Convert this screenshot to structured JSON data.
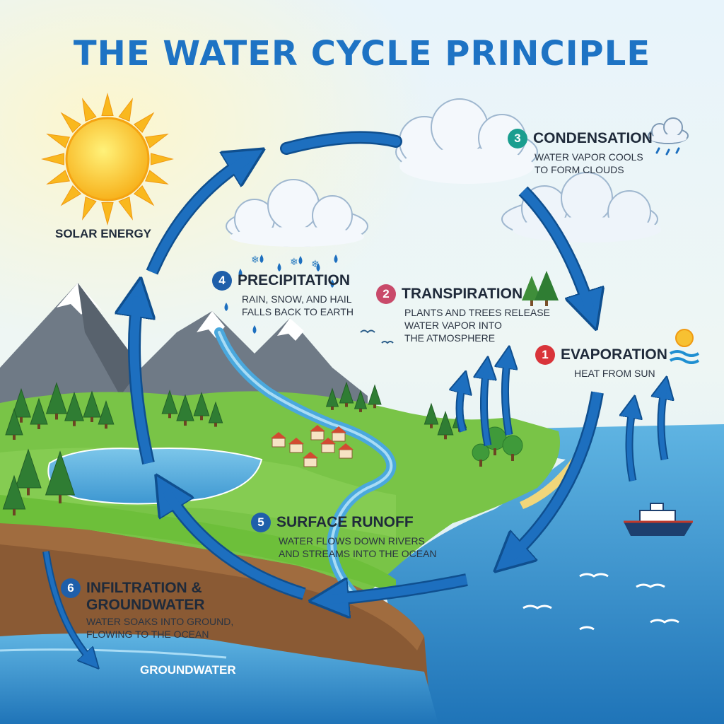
{
  "title": "THE WATER CYCLE PRINCIPLE",
  "solar_label": "SOLAR ENERGY",
  "groundwater_label": "GROUNDWATER",
  "colors": {
    "title": "#1e73c4",
    "arrow": "#1d6fbf",
    "arrow_outline": "#0f4f8f",
    "sky": "#dff0f8",
    "ocean": "#2f8fcf",
    "grass": "#6dbf3a",
    "soil": "#8a5a34"
  },
  "steps": [
    {
      "number": "1",
      "title": "EVAPORATION",
      "description": [
        "HEAT FROM SUN"
      ],
      "badge_color": "#d9343a",
      "icon": "sun-over-water-icon"
    },
    {
      "number": "2",
      "title": "TRANSPIRATION",
      "description": [
        "PLANTS AND TREES RELEASE",
        "WATER VAPOR INTO",
        "THE ATMOSPHERE"
      ],
      "badge_color": "#c94a6a",
      "icon": "trees-icon"
    },
    {
      "number": "3",
      "title": "CONDENSATION",
      "description": [
        "WATER VAPOR COOLS",
        "TO FORM CLOUDS"
      ],
      "badge_color": "#1a9e8f",
      "icon": "raincloud-icon"
    },
    {
      "number": "4",
      "title": "PRECIPITATION",
      "description": [
        "RAIN, SNOW, AND HAIL",
        "FALLS BACK TO EARTH"
      ],
      "badge_color": "#1f5faa",
      "icon": "rain-snow-cloud-icon"
    },
    {
      "number": "5",
      "title": "SURFACE RUNOFF",
      "description": [
        "WATER FLOWS DOWN RIVERS",
        "AND STREAMS INTO THE OCEAN"
      ],
      "badge_color": "#1f5faa",
      "icon": ""
    },
    {
      "number": "6",
      "title": "INFILTRATION &",
      "title2": "GROUNDWATER",
      "description": [
        "WATER SOAKS INTO GROUND,",
        "FLOWING TO THE OCEAN"
      ],
      "badge_color": "#1f5faa",
      "icon": ""
    }
  ]
}
